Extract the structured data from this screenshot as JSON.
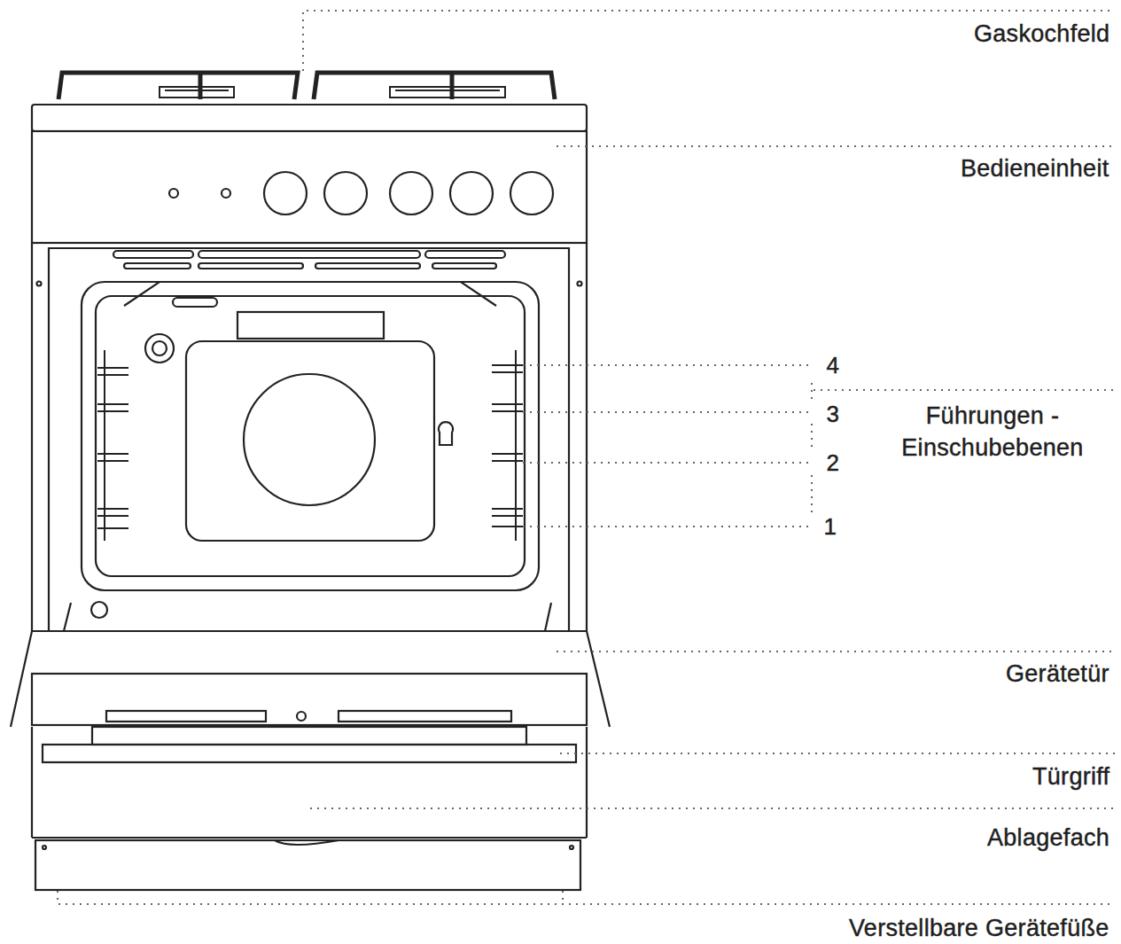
{
  "diagram": {
    "labels": [
      "Gaskochfeld",
      "Bedieneinheit",
      "4",
      "3",
      "2",
      "1",
      "Führungen - Einschubebenen",
      "Gerätetür",
      "Türgriff",
      "Ablagefach",
      "Verstellbare Gerätefüße"
    ]
  }
}
